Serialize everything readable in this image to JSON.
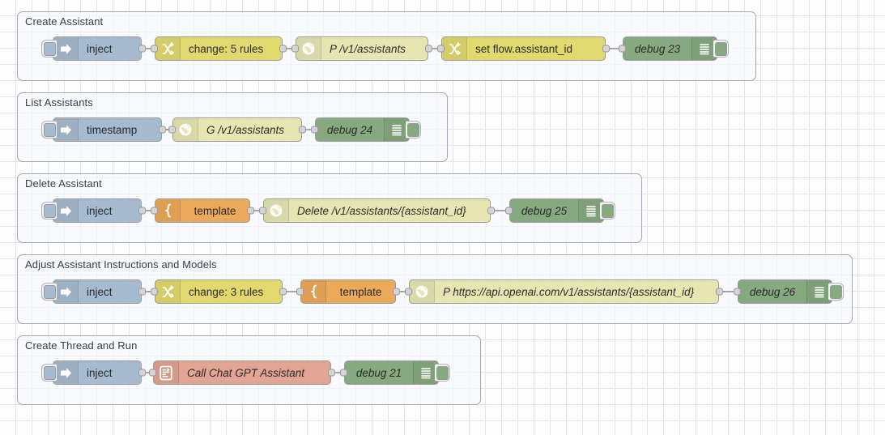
{
  "app": {
    "name": "node-red-flow-editor",
    "canvas": {
      "grid_size": 20,
      "background": "#fdfdfd",
      "grid_color": "#e3e3f0"
    }
  },
  "palette": {
    "inject": "#a6bbcf",
    "change": "#e2d96e",
    "http_request": "#e7e6b3",
    "template": "#eca95a",
    "debug": "#87a980",
    "chatgpt": "#e2a493",
    "group_border": "#a5a5b5"
  },
  "groups": [
    {
      "id": "create-assistant",
      "label": "Create Assistant",
      "nodes": [
        {
          "id": "n1",
          "type": "inject",
          "label": "inject",
          "icon": "inject-arrow-icon",
          "has_left_button": true
        },
        {
          "id": "n2",
          "type": "change",
          "label": "change: 5 rules",
          "icon": "change-shuffle-icon"
        },
        {
          "id": "n3",
          "type": "http",
          "label": "P /v1/assistants",
          "icon": "globe-icon"
        },
        {
          "id": "n4",
          "type": "change",
          "label": "set flow.assistant_id",
          "icon": "change-shuffle-icon"
        },
        {
          "id": "n5",
          "type": "debug",
          "label": "debug 23",
          "icon": "debug-lines-icon",
          "has_right_button": true
        }
      ]
    },
    {
      "id": "list-assistants",
      "label": "List Assistants",
      "nodes": [
        {
          "id": "n6",
          "type": "inject",
          "label": "timestamp",
          "icon": "inject-arrow-icon",
          "has_left_button": true
        },
        {
          "id": "n7",
          "type": "http",
          "label": "G /v1/assistants",
          "icon": "globe-icon"
        },
        {
          "id": "n8",
          "type": "debug",
          "label": "debug 24",
          "icon": "debug-lines-icon",
          "has_right_button": true
        }
      ]
    },
    {
      "id": "delete-assistant",
      "label": "Delete Assistant",
      "nodes": [
        {
          "id": "n9",
          "type": "inject",
          "label": "inject",
          "icon": "inject-arrow-icon",
          "has_left_button": true
        },
        {
          "id": "n10",
          "type": "template",
          "label": "template",
          "icon": "template-brace-icon"
        },
        {
          "id": "n11",
          "type": "http",
          "label": "Delete /v1/assistants/{assistant_id}",
          "icon": "globe-icon"
        },
        {
          "id": "n12",
          "type": "debug",
          "label": "debug 25",
          "icon": "debug-lines-icon",
          "has_right_button": true
        }
      ]
    },
    {
      "id": "adjust-assistant",
      "label": "Adjust Assistant Instructions and Models",
      "nodes": [
        {
          "id": "n13",
          "type": "inject",
          "label": "inject",
          "icon": "inject-arrow-icon",
          "has_left_button": true
        },
        {
          "id": "n14",
          "type": "change",
          "label": "change: 3 rules",
          "icon": "change-shuffle-icon"
        },
        {
          "id": "n15",
          "type": "template",
          "label": "template",
          "icon": "template-brace-icon"
        },
        {
          "id": "n16",
          "type": "http",
          "label": "P https://api.openai.com/v1/assistants/{assistant_id}",
          "icon": "globe-icon"
        },
        {
          "id": "n17",
          "type": "debug",
          "label": "debug 26",
          "icon": "debug-lines-icon",
          "has_right_button": true
        }
      ]
    },
    {
      "id": "create-thread-and-run",
      "label": "Create Thread and Run",
      "nodes": [
        {
          "id": "n18",
          "type": "inject",
          "label": "inject",
          "icon": "inject-arrow-icon",
          "has_left_button": true
        },
        {
          "id": "n19",
          "type": "chatgpt",
          "label": "Call Chat GPT Assistant",
          "icon": "chatgpt-function-icon"
        },
        {
          "id": "n20",
          "type": "debug",
          "label": "debug 21",
          "icon": "debug-lines-icon",
          "has_right_button": true
        }
      ]
    }
  ]
}
